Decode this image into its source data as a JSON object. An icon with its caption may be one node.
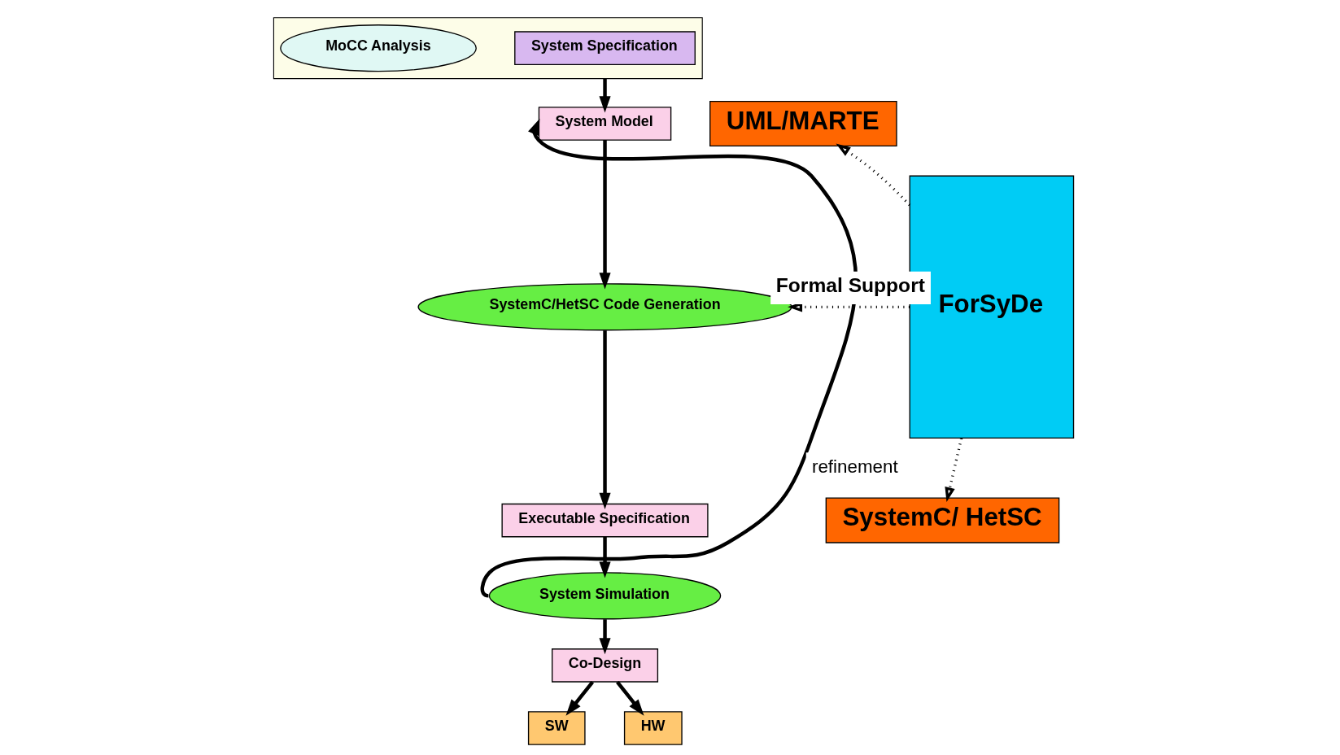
{
  "diagram": {
    "nodes": [
      {
        "text": [],
        "shape": "box"
      },
      {
        "text": [
          "System Specification"
        ],
        "in": 0
      },
      {
        "text": [
          "MoCC Analysis"
        ],
        "in": 0
      },
      {
        "text": [
          "System Model"
        ]
      },
      {
        "text": [
          "SystemC/HetSC Code Generation"
        ]
      },
      {
        "text": [
          "Executable Specification"
        ]
      },
      {
        "text": [
          "System Simulation"
        ]
      },
      {
        "text": [
          "Co-Design"
        ]
      },
      {
        "text": [
          "SW"
        ]
      },
      {
        "text": [
          "HW"
        ]
      },
      {
        "text": [
          "UML/MARTE"
        ]
      },
      {
        "text": [
          "SystemC/ HetSC"
        ]
      },
      {
        "text": [
          "ForSyDe"
        ]
      }
    ],
    "edges": [
      {
        "from": 0,
        "to": 3,
        "arrow": "to"
      },
      {
        "from": 3,
        "to": 4,
        "arrow": "to"
      },
      {
        "from": 4,
        "to": 5,
        "arrow": "to"
      },
      {
        "from": 5,
        "to": 6,
        "arrow": "to"
      },
      {
        "from": 6,
        "to": 3,
        "arrow": "to",
        "label": "refinement"
      },
      {
        "from": 6,
        "to": 7,
        "arrow": "to"
      },
      {
        "from": 7,
        "to": 8,
        "arrow": "to"
      },
      {
        "from": 7,
        "to": 9,
        "arrow": "to"
      },
      {
        "from": 12,
        "to": 10,
        "arrow": "to",
        "style": "dashed"
      },
      {
        "from": 12,
        "to": 4,
        "arrow": "to",
        "style": "dashed",
        "label": "Formal Support"
      },
      {
        "from": 12,
        "to": 11,
        "arrow": "to",
        "style": "dashed"
      }
    ]
  }
}
